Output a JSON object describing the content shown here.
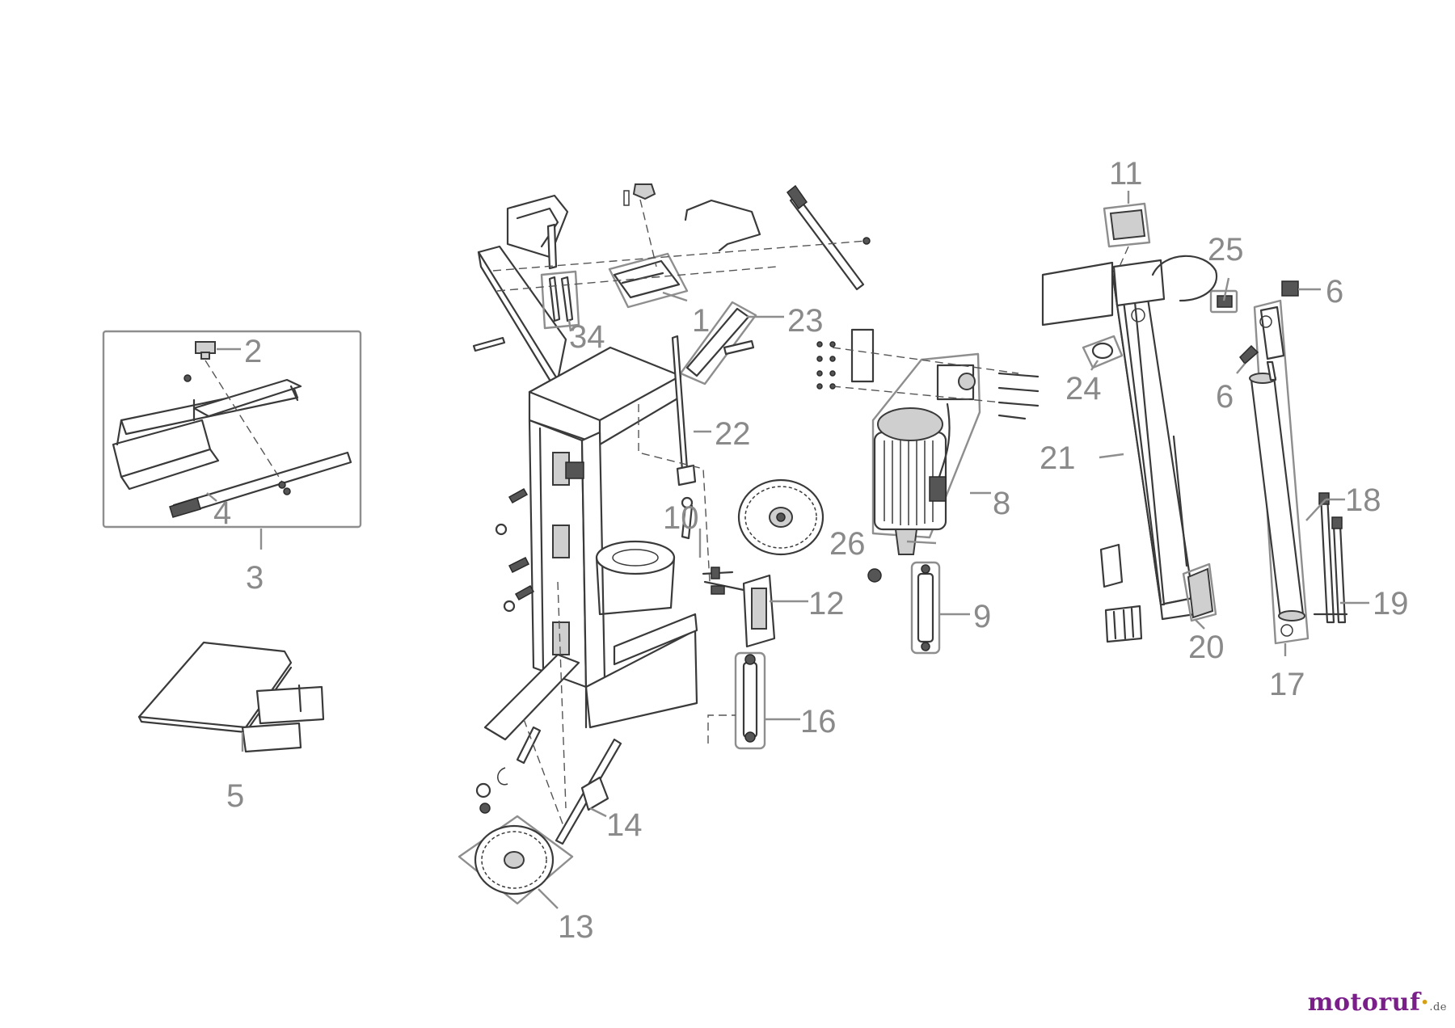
{
  "diagram": {
    "part_labels": {
      "p1": "1",
      "p2": "2",
      "p3": "3",
      "p4": "4",
      "p5": "5",
      "p6a": "6",
      "p6b": "6",
      "p8": "8",
      "p9": "9",
      "p10": "10",
      "p11": "11",
      "p12": "12",
      "p13": "13",
      "p14": "14",
      "p16": "16",
      "p17": "17",
      "p18": "18",
      "p19": "19",
      "p20": "20",
      "p21": "21",
      "p22": "22",
      "p23": "23",
      "p24": "24",
      "p25": "25",
      "p26": "26",
      "p34": "34"
    }
  },
  "watermark": {
    "brand_main": "motoruf",
    "brand_dot": "·",
    "brand_tld": ".de"
  },
  "colors": {
    "line": "#3a3a3a",
    "label": "#8a8a8a",
    "watermark_primary": "#7a1f8a",
    "watermark_accent": "#d4a017"
  }
}
